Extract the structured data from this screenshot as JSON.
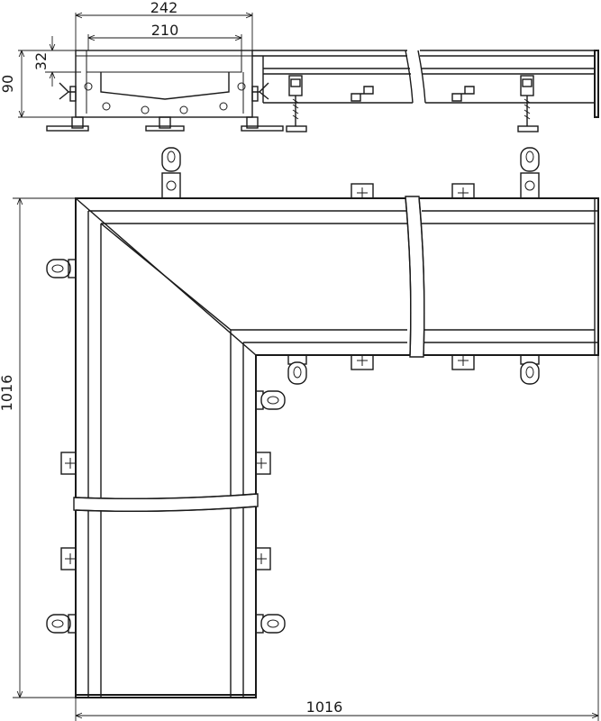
{
  "dimensions": {
    "top_overall_width": "242",
    "top_inner_width": "210",
    "side_small_height": "32",
    "side_total_height": "90",
    "plan_height": "1016",
    "plan_width": "1016"
  }
}
